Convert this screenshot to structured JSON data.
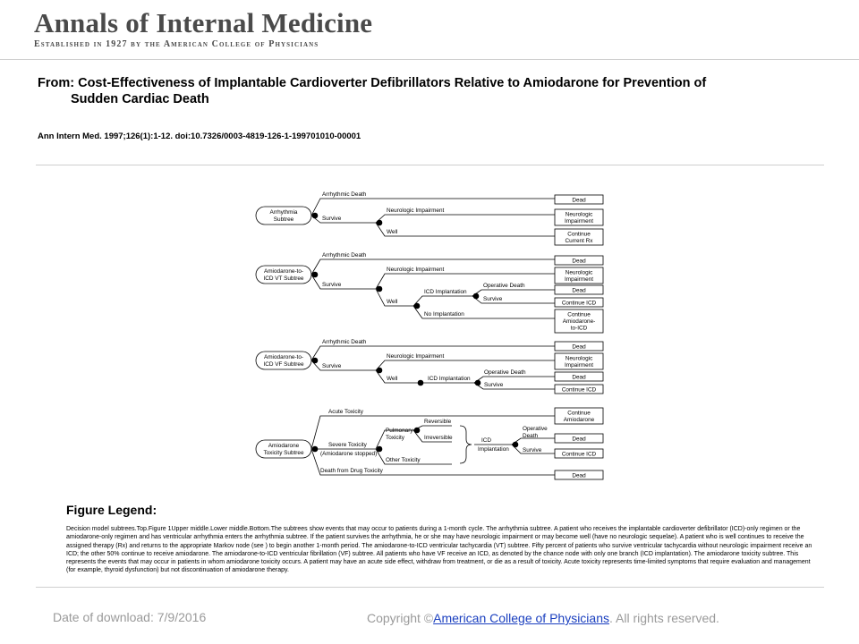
{
  "header": {
    "journal_title": "Annals of Internal Medicine",
    "journal_subtitle": "Established in 1927 by the American College of Physicians"
  },
  "article": {
    "from_line1": "From: Cost-Effectiveness of Implantable Cardioverter Defibrillators Relative to Amiodarone for Prevention of",
    "from_line2": "Sudden Cardiac Death",
    "citation": "Ann Intern Med. 1997;126(1):1-12. doi:10.7326/0003-4819-126-1-199701010-00001"
  },
  "diagram": {
    "s1": {
      "start": [
        "Arrhythmia",
        "Subtree"
      ],
      "arrhythmic_death": "Arrhythmic Death",
      "survive": "Survive",
      "neuro": "Neurologic Impairment",
      "well": "Well",
      "out_dead": [
        "Dead"
      ],
      "out_neuro": [
        "Neurologic",
        "Impairment"
      ],
      "out_continue": [
        "Continue",
        "Current Rx"
      ]
    },
    "s2": {
      "start": [
        "Amiodarone-to-",
        "ICD VT Subtree"
      ],
      "arrhythmic_death": "Arrhythmic Death",
      "survive": "Survive",
      "neuro": "Neurologic Impairment",
      "well": "Well",
      "icd_implantation": "ICD Implantation",
      "no_implantation": "No Implantation",
      "operative_death": "Operative Death",
      "survive2": "Survive",
      "out_dead1": [
        "Dead"
      ],
      "out_neuro": [
        "Neurologic",
        "Impairment"
      ],
      "out_dead2": [
        "Dead"
      ],
      "out_continue_icd": [
        "Continue ICD"
      ],
      "out_continue_amio": [
        "Continue",
        "Amiodarone-",
        "to-ICD"
      ]
    },
    "s3": {
      "start": [
        "Amiodarone-to-",
        "ICD VF Subtree"
      ],
      "arrhythmic_death": "Arrhythmic Death",
      "survive": "Survive",
      "neuro": "Neurologic Impairment",
      "well": "Well",
      "icd_implantation": "ICD Implantation",
      "operative_death": "Operative Death",
      "survive2": "Survive",
      "out_dead1": [
        "Dead"
      ],
      "out_neuro": [
        "Neurologic",
        "Impairment"
      ],
      "out_dead2": [
        "Dead"
      ],
      "out_continue_icd": [
        "Continue ICD"
      ]
    },
    "s4": {
      "start": [
        "Amiodarone",
        "Toxicity Subtree"
      ],
      "acute": "Acute Toxicity",
      "severe": "Severe Toxicity",
      "severe_sub": "(Amiodarone stopped)",
      "death_drug": "Death from Drug Toxicity",
      "pulmonary": [
        "Pulmonary",
        "Toxicity"
      ],
      "reversible": "Reversible",
      "irreversible": "Irreversible",
      "other": "Other Toxicity",
      "icd_implantation": [
        "ICD",
        "Implantation"
      ],
      "operative_death": [
        "Operative",
        "Death"
      ],
      "survive": "Survive",
      "out_continue_amio": [
        "Continue",
        "Amiodarone"
      ],
      "out_dead1": [
        "Dead"
      ],
      "out_continue_icd": [
        "Continue ICD"
      ],
      "out_dead2": [
        "Dead"
      ]
    }
  },
  "legend": {
    "title": "Figure Legend:",
    "text": "Decision model subtrees.Top.Figure 1Upper middle.Lower middle.Bottom.The subtrees show events that may occur to patients during a 1-month cycle. The arrhythmia subtree. A patient who receives the implantable cardioverter defibrillator (ICD)-only regimen or the amiodarone-only regimen and has ventricular arrhythmia enters the arrhythmia subtree. If the patient survives the arrhythmia, he or she may have neurologic impairment or may become well (have no neurologic sequelae). A patient who is well continues to receive the assigned therapy (Rx) and returns to the appropriate Markov node (see ) to begin another 1-month period. The amiodarone-to-ICD ventricular tachycardia (VT) subtree. Fifty percent of patients who survive ventricular tachycardia without neurologic impairment receive an ICD; the other 50% continue to receive amiodarone. The amiodarone-to-ICD ventricular fibrillation (VF) subtree. All patients who have VF receive an ICD, as denoted by the chance node with only one branch (ICD implantation). The amiodarone toxicity subtree. This represents the events that may occur in patients in whom amiodarone toxicity occurs. A patient may have an acute side effect, withdraw from treatment, or die as a result of toxicity. Acute toxicity represents time-limited symptoms that require evaluation and management (for example, thyroid dysfunction) but not discontinuation of amiodarone therapy."
  },
  "footer": {
    "date_label": "Date of download:",
    "date_value": "7/9/2016",
    "copyright_prefix": "Copyright ©",
    "copyright_link": "American College of Physicians",
    "copyright_suffix": "All rights reserved."
  }
}
